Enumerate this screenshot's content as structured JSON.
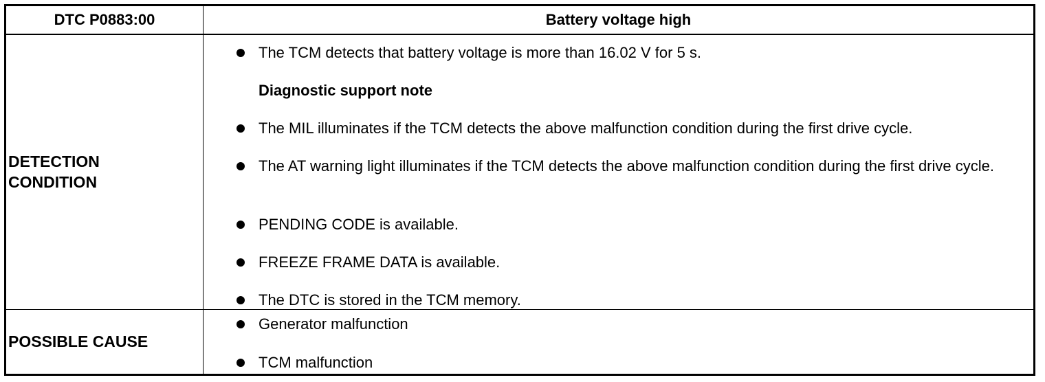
{
  "header": {
    "code": "DTC P0883:00",
    "title": "Battery voltage high"
  },
  "detection": {
    "label_line1": "DETECTION",
    "label_line2": "CONDITION",
    "items": [
      "The TCM detects that battery voltage is more than 16.02 V for 5 s.",
      "Diagnostic support note",
      "The MIL illuminates if the TCM detects the above malfunction condition during the first drive cycle.",
      "The AT warning light illuminates if the TCM detects the above malfunction condition during the first drive cycle.",
      "PENDING CODE is available.",
      "FREEZE FRAME DATA is available.",
      "The DTC is stored in the TCM memory."
    ]
  },
  "cause": {
    "label": "POSSIBLE CAUSE",
    "items": [
      "Generator malfunction",
      "TCM malfunction"
    ]
  }
}
